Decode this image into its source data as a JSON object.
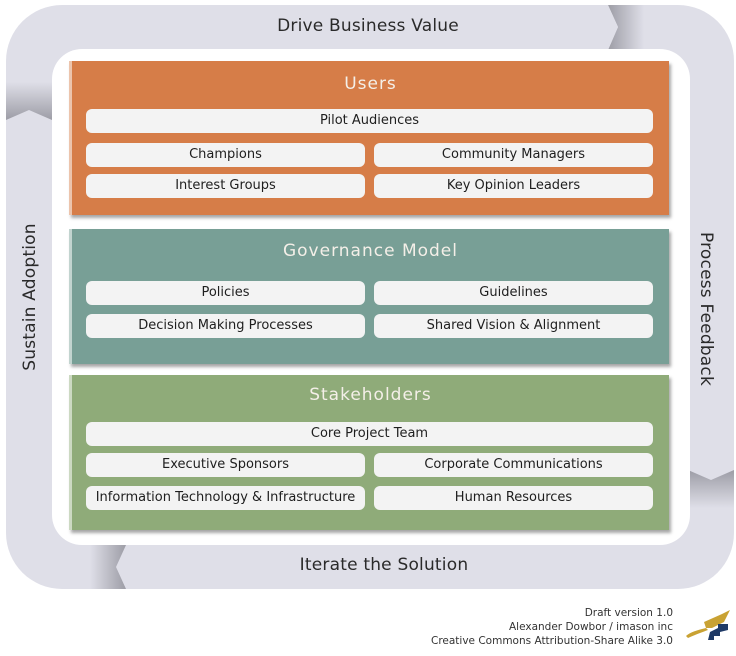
{
  "cycle": {
    "top": "Drive Business Value",
    "right": "Process Feedback",
    "bottom": "Iterate the Solution",
    "left": "Sustain Adoption"
  },
  "panels": [
    {
      "title": "Users",
      "color": "#d67d48",
      "rows": [
        [
          "Pilot Audiences"
        ],
        [
          "Champions",
          "Community Managers"
        ],
        [
          "Interest Groups",
          "Key Opinion Leaders"
        ]
      ]
    },
    {
      "title": "Governance Model",
      "color": "#789f96",
      "rows": [
        [
          "Policies",
          "Guidelines"
        ],
        [
          "Decision Making Processes",
          "Shared Vision & Alignment"
        ]
      ]
    },
    {
      "title": "Stakeholders",
      "color": "#8fab79",
      "rows": [
        [
          "Core Project Team"
        ],
        [
          "Executive Sponsors",
          "Corporate Communications"
        ],
        [
          "Information Technology & Infrastructure",
          "Human Resources"
        ]
      ]
    }
  ],
  "footer": {
    "version": "Draft version 1.0",
    "author": "Alexander Dowbor / imason inc",
    "license": "Creative Commons Attribution-Share Alike 3.0"
  },
  "logo": {
    "icon": "trowel-and-bricks-icon",
    "gold": "#c9a233",
    "navy": "#1f3a66"
  },
  "colors": {
    "track": "#dfdfe8",
    "chevron_dark": "#a9a9b2"
  }
}
